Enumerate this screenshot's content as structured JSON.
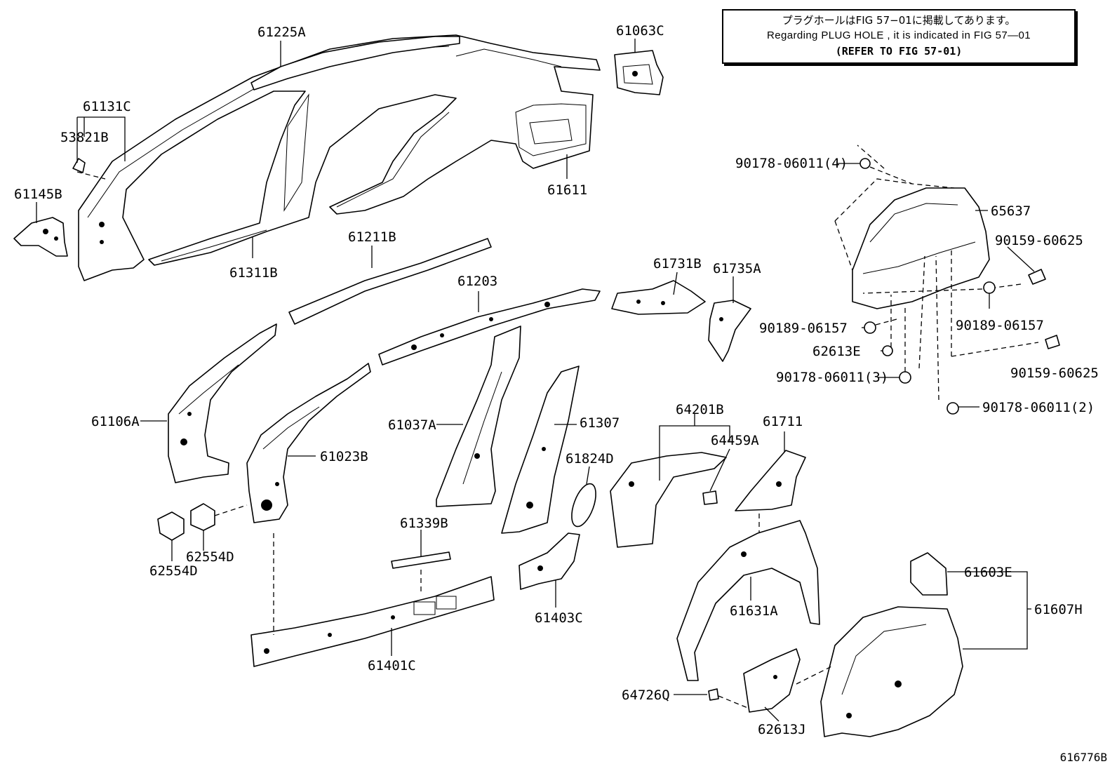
{
  "notice": {
    "jp": "プラグホールはFIG 57−01に掲載してあります。",
    "en": "Regarding  PLUG  HOLE , it is indicated in FIG  57—01",
    "ref": "(REFER TO FIG 57-01)"
  },
  "diagram_id": "616776B",
  "labels": {
    "p61225A": "61225A",
    "p61063C": "61063C",
    "p61131C": "61131C",
    "p53821B": "53821B",
    "p61145B": "61145B",
    "p61611": "61611",
    "p61311B": "61311B",
    "p61211B": "61211B",
    "p61203": "61203",
    "p61731B": "61731B",
    "p61735A": "61735A",
    "p90178a": "90178-06011(4)",
    "p65637": "65637",
    "p90159a": "90159-60625",
    "p90189a": "90189-06157",
    "p90189b": "90189-06157",
    "p62613E": "62613E",
    "p90159b": "90159-60625",
    "p90178b": "90178-06011(3)",
    "p90178c": "90178-06011(2)",
    "p61106A": "61106A",
    "p61023B": "61023B",
    "p61037A": "61037A",
    "p61307": "61307",
    "p64201B": "64201B",
    "p64459A": "64459A",
    "p61711": "61711",
    "p61824D": "61824D",
    "p62554D_a": "62554D",
    "p62554D_b": "62554D",
    "p61339B": "61339B",
    "p61403C": "61403C",
    "p61401C": "61401C",
    "p61631A": "61631A",
    "p61603E": "61603E",
    "p61607H": "61607H",
    "p64726Q": "64726Q",
    "p62613J": "62613J"
  }
}
